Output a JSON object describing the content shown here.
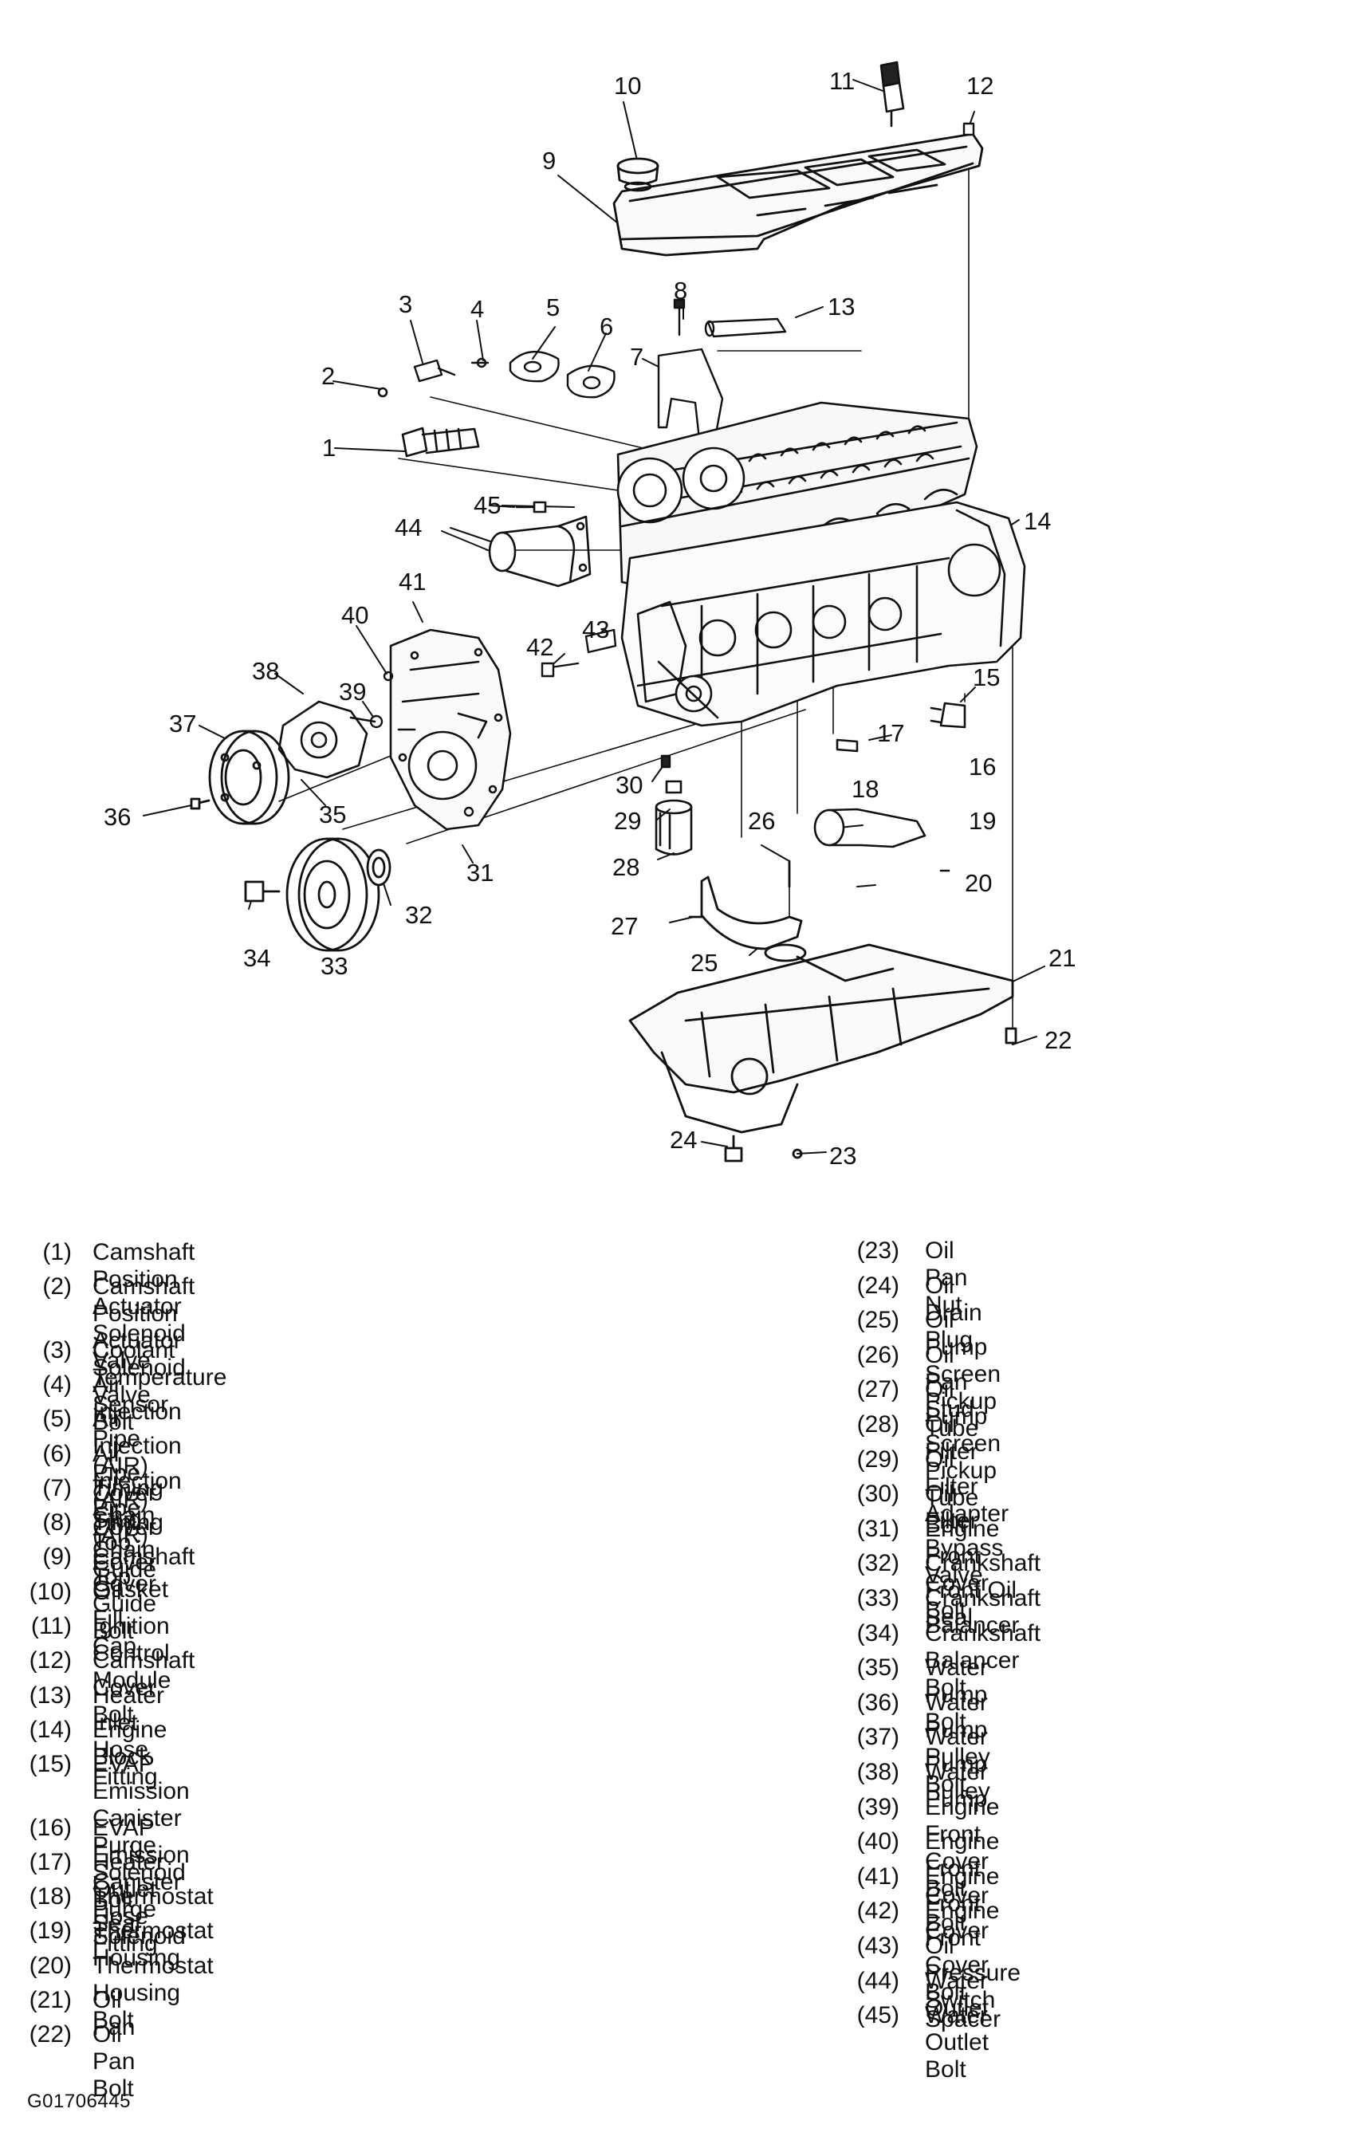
{
  "callouts": [
    "1",
    "2",
    "3",
    "4",
    "5",
    "6",
    "7",
    "8",
    "9",
    "10",
    "11",
    "12",
    "13",
    "14",
    "15",
    "16",
    "17",
    "18",
    "19",
    "20",
    "21",
    "22",
    "23",
    "24",
    "25",
    "26",
    "27",
    "28",
    "29",
    "30",
    "31",
    "32",
    "33",
    "34",
    "35",
    "36",
    "37",
    "38",
    "39",
    "40",
    "41",
    "42",
    "43",
    "44",
    "45"
  ],
  "legend_left": [
    {
      "num": "(1)",
      "text": "Camshaft Position Actuator Solenoid Valve"
    },
    {
      "num": "(2)",
      "text": "Camshaft Position Actuator Solenoid\nValve Bolt"
    },
    {
      "num": "(3)",
      "text": "Coolant Temperature Sensor"
    },
    {
      "num": "(4)",
      "text": "Air Injection Pipe (AIR) Cover Stud"
    },
    {
      "num": "(5)",
      "text": "Air Injection Pipe (AIR) Cover"
    },
    {
      "num": "(6)",
      "text": "Air Injection Pipe (AIR) Cover Gasket"
    },
    {
      "num": "(7)",
      "text": "Timing Chain Top Guide"
    },
    {
      "num": "(8)",
      "text": "Timing Chain Top Guide Bolt"
    },
    {
      "num": "(9)",
      "text": "Camshaft Cover"
    },
    {
      "num": "(10)",
      "text": "Oil Fill Cap"
    },
    {
      "num": "(11)",
      "text": "Ignition Control Module"
    },
    {
      "num": "(12)",
      "text": "Camshaft Cover Bolt"
    },
    {
      "num": "(13)",
      "text": "Heater Inlet Hose Fitting"
    },
    {
      "num": "(14)",
      "text": "Engine Block"
    },
    {
      "num": "(15)",
      "text": "EVAP Emission Canister Purge\nSolenoid Bolt"
    },
    {
      "num": "(16)",
      "text": "EVAP Emission Canister Purge Solenoid"
    },
    {
      "num": "(17)",
      "text": "Heater Outlet Hose Fitting"
    },
    {
      "num": "(18)",
      "text": "Thermostat Seal"
    },
    {
      "num": "(19)",
      "text": "Thermostat Housing"
    },
    {
      "num": "(20)",
      "text": "Thermostat Housing Bolt"
    },
    {
      "num": "(21)",
      "text": "Oil Pan"
    },
    {
      "num": "(22)",
      "text": "Oil Pan Bolt"
    }
  ],
  "legend_right": [
    {
      "num": "(23)",
      "text": "Oil Pan Nut"
    },
    {
      "num": "(24)",
      "text": "Oil Drain Plug"
    },
    {
      "num": "(25)",
      "text": "Oil Pump Screen Pickup Tube"
    },
    {
      "num": "(26)",
      "text": "Oil Pan Stud"
    },
    {
      "num": "(27)",
      "text": "Oil Pump Screen Pickup Tube Bolt"
    },
    {
      "num": "(28)",
      "text": "Oil Filter"
    },
    {
      "num": "(29)",
      "text": "Oil Filter Adapter"
    },
    {
      "num": "(30)",
      "text": "Oil Filter Bypass Valve"
    },
    {
      "num": "(31)",
      "text": "Engine Front Cover Bolt"
    },
    {
      "num": "(32)",
      "text": "Crankshaft Front Oil Seal"
    },
    {
      "num": "(33)",
      "text": "Crankshaft Balancer"
    },
    {
      "num": "(34)",
      "text": "Crankshaft Balancer Bolt"
    },
    {
      "num": "(35)",
      "text": "Water Pump Bolt"
    },
    {
      "num": "(36)",
      "text": "Water Pump Pulley Bolt"
    },
    {
      "num": "(37)",
      "text": "Water Pump Pulley"
    },
    {
      "num": "(38)",
      "text": "Water Pump"
    },
    {
      "num": "(39)",
      "text": "Engine Front Cover Bolt"
    },
    {
      "num": "(40)",
      "text": "Engine Front Cover Bolt"
    },
    {
      "num": "(41)",
      "text": "Engine Front Cover"
    },
    {
      "num": "(42)",
      "text": "Engine Front Cover Bolt Spacer"
    },
    {
      "num": "(43)",
      "text": "Oil Pressure Switch"
    },
    {
      "num": "(44)",
      "text": "Water Outlet"
    },
    {
      "num": "(45)",
      "text": "Water Outlet Bolt"
    }
  ],
  "figure_id": "G01706445"
}
